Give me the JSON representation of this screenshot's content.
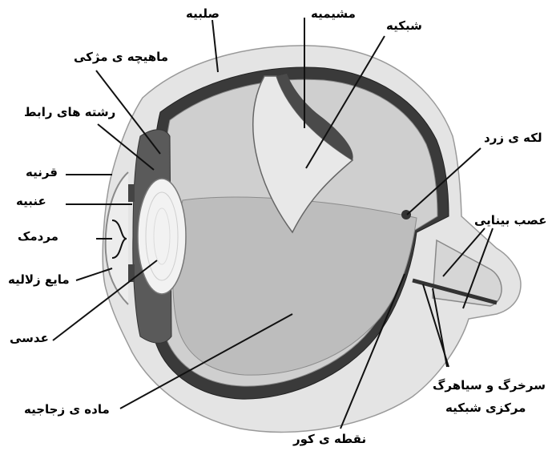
{
  "labels": {
    "sclera": "صلبیه",
    "choroid": "مشیمیه",
    "retina": "شبکیه",
    "ciliary_muscle": "ماهیچه ی مژکی",
    "suspensory_ligaments": "رشته های رابط",
    "cornea": "قرنیه",
    "iris": "عنبیه",
    "pupil": "مردمک",
    "aqueous_humor": "مایع زلالیه",
    "lens": "عدسی",
    "vitreous_body": "ماده ی زجاجیه",
    "macula": "لکه ی زرد",
    "optic_nerve": "عصب بینایی",
    "central_vessels_line1": "سرخرگ و سیاهرگ",
    "central_vessels_line2": "مرکزی شبکیه",
    "blind_spot": "نقطه ی کور"
  },
  "colors": {
    "sclera": "#e4e4e4",
    "choroid": "#3a3a3a",
    "retina": "#d0d0d0",
    "vitreous": "#bdbdbd",
    "lens": "#f2f2f2",
    "leader_line": "#111111"
  }
}
